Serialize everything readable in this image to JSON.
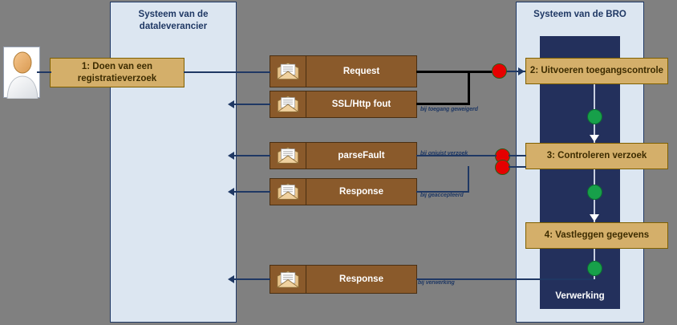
{
  "diagram": {
    "title_left": "Systeem van de dataleverancier",
    "title_right": "Systeem van de BRO",
    "lanes": [
      {
        "id": "left",
        "label_line1": "Systeem van de",
        "label_line2": "dataleverancier"
      },
      {
        "id": "right",
        "label_line1": "Systeem van de BRO",
        "label_line2": ""
      }
    ],
    "actor": {
      "name": "actor-avatar"
    },
    "processes": [
      {
        "id": "p1",
        "label": "1: Doen van een registratieverzoek"
      },
      {
        "id": "p2",
        "label": "2: Uitvoeren toegangscontrole"
      },
      {
        "id": "p3",
        "label": "3:  Controleren verzoek"
      },
      {
        "id": "p4",
        "label": "4: Vastleggen gegevens"
      }
    ],
    "messages": [
      {
        "id": "m1",
        "label": "Request",
        "icon": "envelope-icon"
      },
      {
        "id": "m2",
        "label": "SSL/Http fout",
        "icon": "envelope-icon"
      },
      {
        "id": "m3",
        "label": "parseFault",
        "icon": "envelope-icon"
      },
      {
        "id": "m4",
        "label": "Response",
        "icon": "envelope-icon"
      },
      {
        "id": "m5",
        "label": "Response",
        "icon": "envelope-icon"
      }
    ],
    "annotations": [
      {
        "id": "a1",
        "text": "bij toegang geweigerd"
      },
      {
        "id": "a2",
        "text": "bij onjuist verzoek"
      },
      {
        "id": "a3",
        "text": "bij geaccepteerd"
      },
      {
        "id": "a4",
        "text": "bij verwerking"
      }
    ],
    "verwerking_label": "Verwerking",
    "colors": {
      "lane_fill": "#dce6f1",
      "lane_border": "#1f3864",
      "dark_panel": "#23305c",
      "process_fill": "#d4af6a",
      "process_border": "#7f6000",
      "message_fill": "#8a5a2b",
      "message_border": "#4a2f12",
      "connector": "#1f3864",
      "decision_red": "#e60000",
      "flow_green": "#17a04a",
      "background": "#808080"
    }
  }
}
